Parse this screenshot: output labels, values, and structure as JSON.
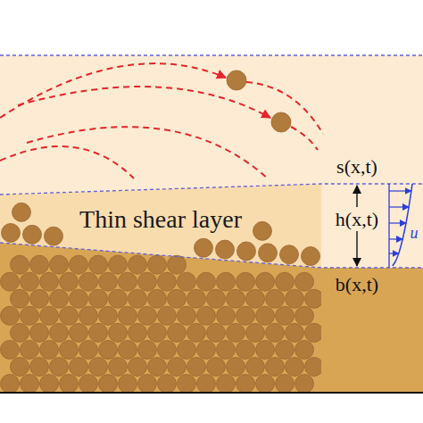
{
  "diagram": {
    "nodes": [
      {
        "text": [
          "Thin shear layer"
        ]
      }
    ],
    "labels": [
      "s(x,t)",
      "h(x,t)",
      "b(x,t)",
      "u"
    ]
  }
}
